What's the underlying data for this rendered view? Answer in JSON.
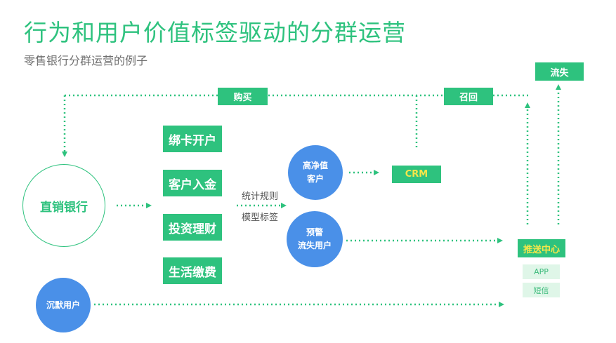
{
  "header": {
    "title": "行为和用户价值标签驱动的分群运营",
    "subtitle": "零售银行分群运营的例子"
  },
  "nodes": {
    "direct_bank": "直销银行",
    "card_open": "绑卡开户",
    "deposit": "客户入金",
    "wealth": "投资理财",
    "utility": "生活缴费",
    "high_value_line1": "高净值",
    "high_value_line2": "客户",
    "warning_line1": "预警",
    "warning_line2": "流失用户",
    "silent_users": "沉默用户",
    "crm": "CRM",
    "push_center": "推送中心",
    "app": "APP",
    "sms": "短信",
    "churn": "流失",
    "buy": "购买",
    "recall": "召回"
  },
  "rules": {
    "line1": "统计规则",
    "line2": "模型标签"
  },
  "colors": {
    "green": "#2ec27e",
    "blue": "#4a90e8",
    "pale_green": "#dff6e8",
    "yellow": "#f6e64a"
  }
}
